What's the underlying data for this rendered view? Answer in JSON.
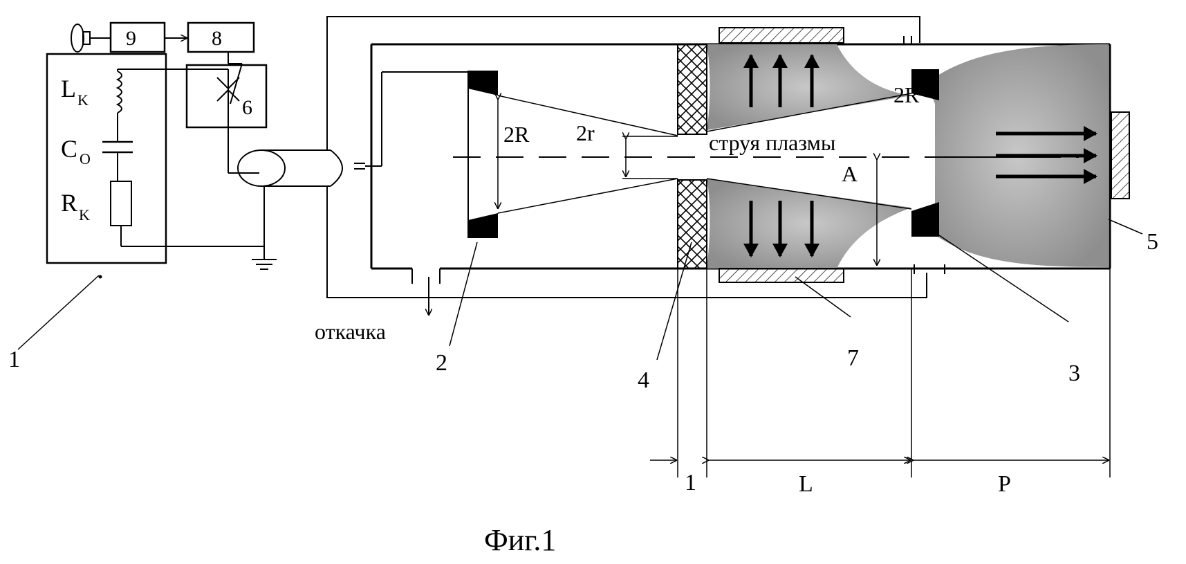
{
  "figure": {
    "caption": "Фиг.1",
    "labels": {
      "n1": "1",
      "n2": "2",
      "n3": "3",
      "n4": "4",
      "n5": "5",
      "n6": "6",
      "n7": "7",
      "n8": "8",
      "n9": "9",
      "Lk_main": "L",
      "Lk_sub": "K",
      "Co_main": "C",
      "Co_sub": "O",
      "Rk_main": "R",
      "Rk_sub": "K",
      "pumping": "откачка",
      "jet": "струя плазмы",
      "twoR_left": "2R",
      "twoR_right": "2R",
      "two_r": "2r",
      "A": "A",
      "dim_one": "1",
      "dim_L": "L",
      "dim_P": "P"
    },
    "colors": {
      "ink": "#000000",
      "plasma": "#9a9a9a",
      "background": "#ffffff"
    }
  }
}
